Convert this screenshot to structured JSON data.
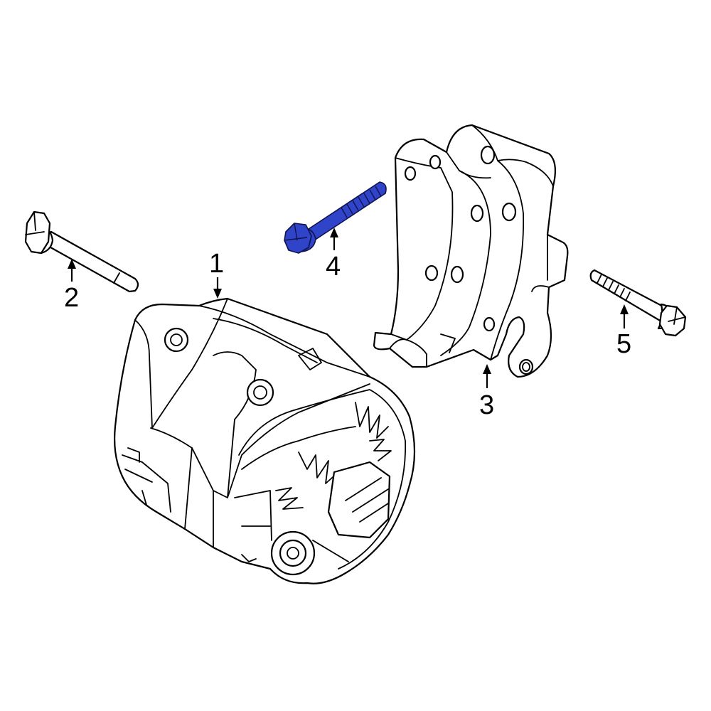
{
  "callouts": [
    {
      "id": "1",
      "label": "1"
    },
    {
      "id": "2",
      "label": "2"
    },
    {
      "id": "3",
      "label": "3"
    },
    {
      "id": "4",
      "label": "4"
    },
    {
      "id": "5",
      "label": "5"
    }
  ],
  "colors": {
    "highlight": "#2f44c8",
    "line": "#000000",
    "background": "#ffffff"
  },
  "highlighted_part": "4"
}
